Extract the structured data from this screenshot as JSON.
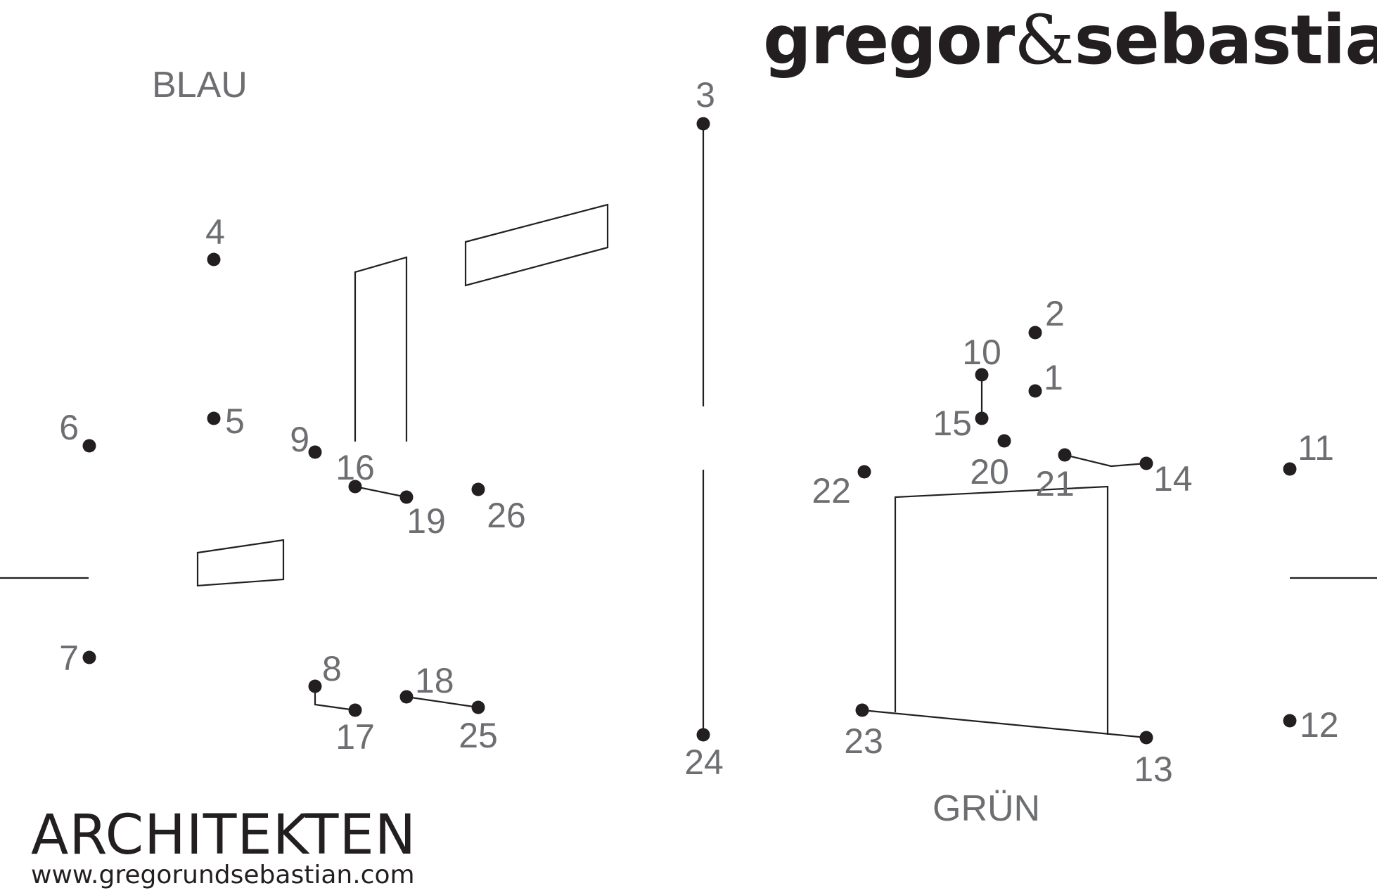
{
  "brand": {
    "name_left": "gregor",
    "ampersand": "&",
    "name_right": "sebastian",
    "subtitle": "ARCHITEKTEN",
    "url": "www.gregorundsebastian.com"
  },
  "labels": {
    "left": "BLAU",
    "right": "GRÜN"
  },
  "dots": [
    {
      "n": "1"
    },
    {
      "n": "2"
    },
    {
      "n": "3"
    },
    {
      "n": "4"
    },
    {
      "n": "5"
    },
    {
      "n": "6"
    },
    {
      "n": "7"
    },
    {
      "n": "8"
    },
    {
      "n": "9"
    },
    {
      "n": "10"
    },
    {
      "n": "11"
    },
    {
      "n": "12"
    },
    {
      "n": "13"
    },
    {
      "n": "14"
    },
    {
      "n": "15"
    },
    {
      "n": "16"
    },
    {
      "n": "17"
    },
    {
      "n": "18"
    },
    {
      "n": "19"
    },
    {
      "n": "20"
    },
    {
      "n": "21"
    },
    {
      "n": "22"
    },
    {
      "n": "23"
    },
    {
      "n": "24"
    },
    {
      "n": "25"
    },
    {
      "n": "26"
    }
  ],
  "colors": {
    "ink": "#231f20",
    "label_gray": "#6d6e71",
    "background": "#ffffff"
  }
}
